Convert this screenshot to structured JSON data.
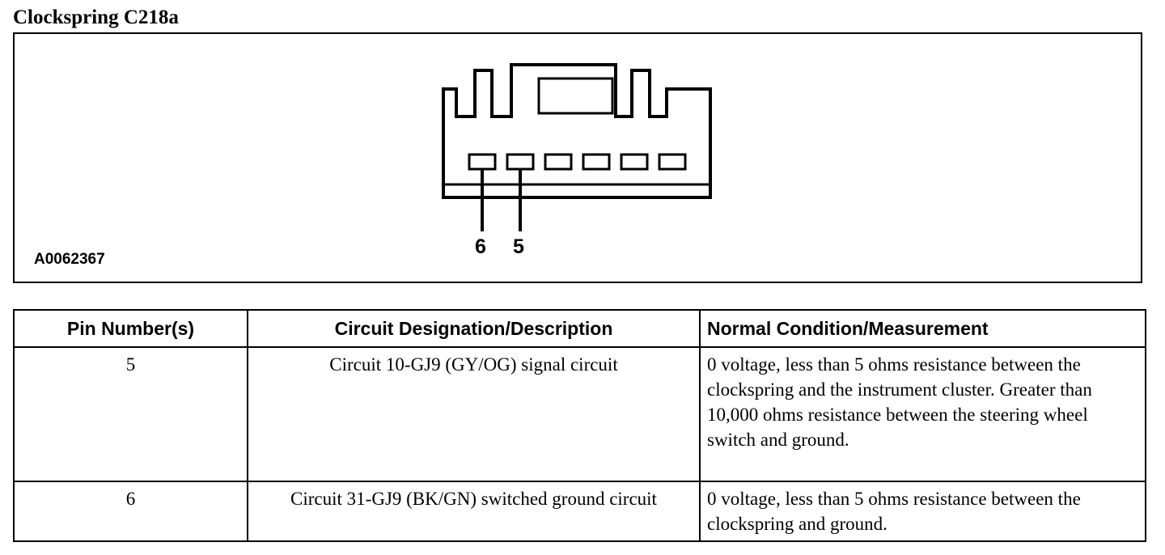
{
  "title": "Clockspring C218a",
  "figure": {
    "id": "A0062367",
    "pin_labels": [
      "6",
      "5"
    ]
  },
  "table": {
    "headers": [
      "Pin Number(s)",
      "Circuit Designation/Description",
      "Normal Condition/Measurement"
    ],
    "rows": [
      {
        "pin": "5",
        "circuit": "Circuit 10-GJ9 (GY/OG) signal circuit",
        "condition": "0 voltage, less than 5 ohms resistance between the clockspring and the instrument cluster. Greater than 10,000 ohms resistance between the steering wheel switch and ground."
      },
      {
        "pin": "6",
        "circuit": "Circuit 31-GJ9 (BK/GN) switched ground circuit",
        "condition": "0 voltage, less than 5 ohms resistance between the clockspring and ground."
      }
    ]
  }
}
